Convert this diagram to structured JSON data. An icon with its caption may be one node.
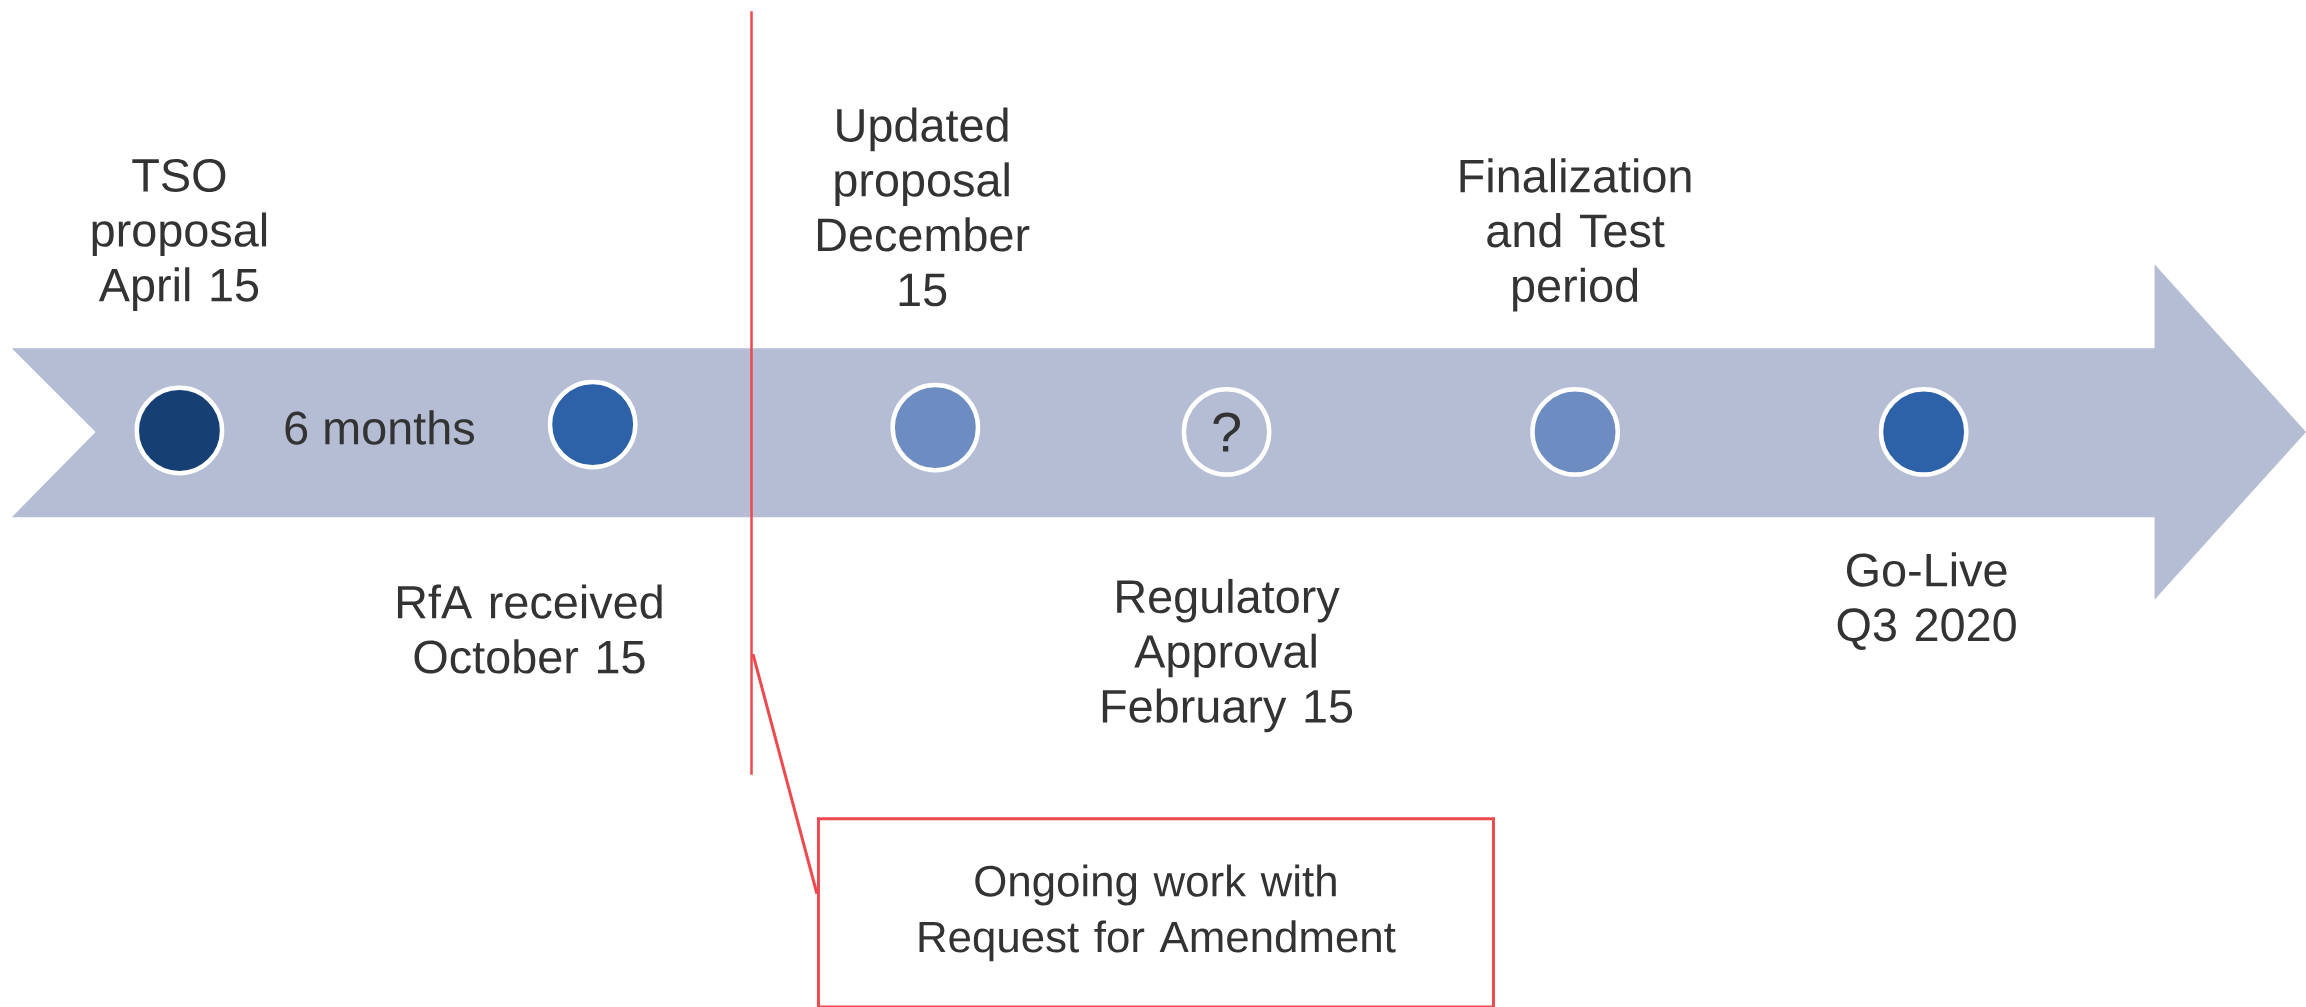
{
  "diagram": {
    "nodes": [
      {
        "text": [],
        "shape": "arrow"
      },
      {
        "text": [],
        "shape": "circle",
        "in": 0,
        "beside": [
          "TSO proposal April 15"
        ]
      },
      {
        "text": [],
        "shape": "circle",
        "in": 0
      },
      {
        "text": [],
        "shape": "circle",
        "in": 0
      },
      {
        "text": [
          "?"
        ],
        "in": 0,
        "beside": [
          "Regulatory Approval February 15"
        ]
      },
      {
        "text": [],
        "shape": "circle",
        "in": 0,
        "beside": [
          "Finalization and Test period"
        ]
      },
      {
        "text": [],
        "shape": "circle",
        "in": 0,
        "beside": [
          "Go-Live Q3 2020"
        ]
      },
      {
        "text": [],
        "shape": "line"
      },
      {
        "text": [
          "Ongoing work with Request for Amendment"
        ]
      }
    ],
    "edges": [
      {
        "from": 8,
        "to": 7,
        "arrow": "none"
      }
    ],
    "labels": [
      "Updated proposal December 15",
      "6 months",
      "RfA received October 15"
    ]
  }
}
